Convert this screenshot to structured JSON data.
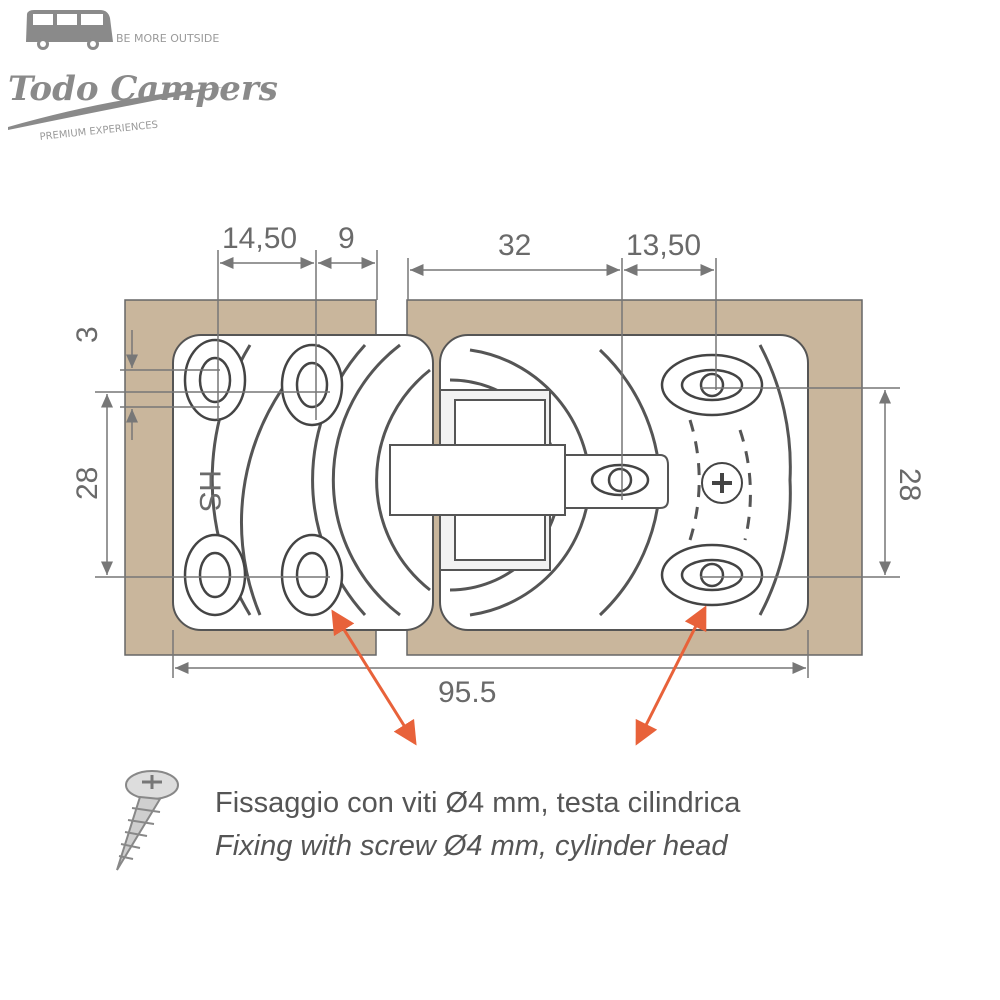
{
  "logo": {
    "brand": "Todo Campers",
    "tagline_top": "BE MORE OUTSIDE",
    "tagline_bottom": "PREMIUM EXPERIENCES"
  },
  "diagram": {
    "plate_marking": "HS",
    "dimensions": {
      "top_left_1": "14,50",
      "top_left_2": "9",
      "top_right_1": "32",
      "top_right_2": "13,50",
      "left_small": "3",
      "left_height": "28",
      "right_height": "28",
      "total_width": "95.5"
    },
    "colors": {
      "panel": "#c9b69c",
      "arrow": "#e8623a",
      "line": "#777777"
    }
  },
  "caption": {
    "italian": "Fissaggio con viti Ø4 mm, testa cilindrica",
    "english": "Fixing with screw Ø4 mm, cylinder head"
  }
}
